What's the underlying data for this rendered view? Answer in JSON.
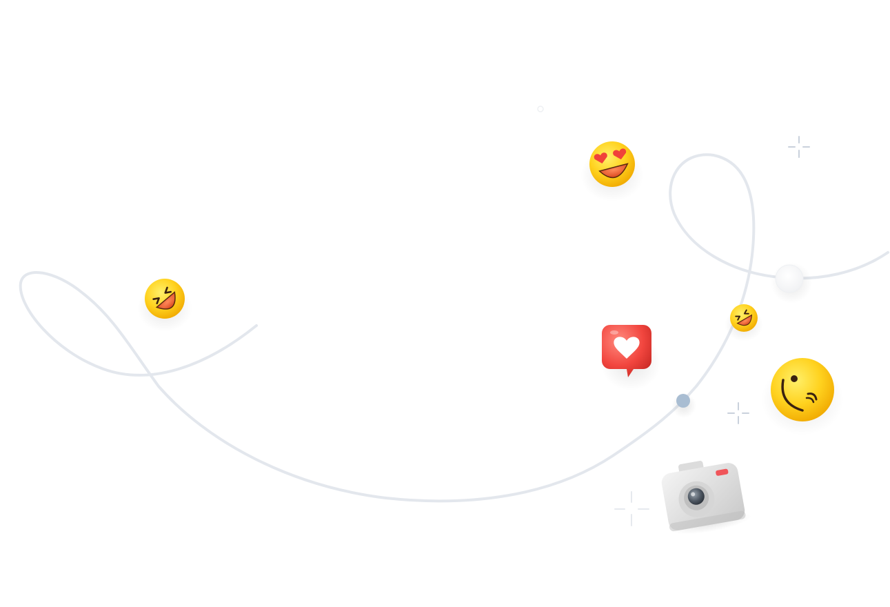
{
  "scene": {
    "background": "#ffffff",
    "line_color": "#e3e7ed",
    "sparkle_color": "#c9d1dc",
    "accent_dot_color": "#a9bdd2"
  },
  "decorations": [
    {
      "name": "laughing-face-emoji-left",
      "icon": "laughing-face-icon"
    },
    {
      "name": "heart-eyes-emoji",
      "icon": "heart-eyes-face-icon"
    },
    {
      "name": "laughing-face-emoji-small",
      "icon": "laughing-face-icon"
    },
    {
      "name": "heart-speech-bubble",
      "icon": "heart-bubble-icon"
    },
    {
      "name": "winking-face-emoji",
      "icon": "winking-face-icon"
    },
    {
      "name": "camera",
      "icon": "camera-icon"
    }
  ]
}
